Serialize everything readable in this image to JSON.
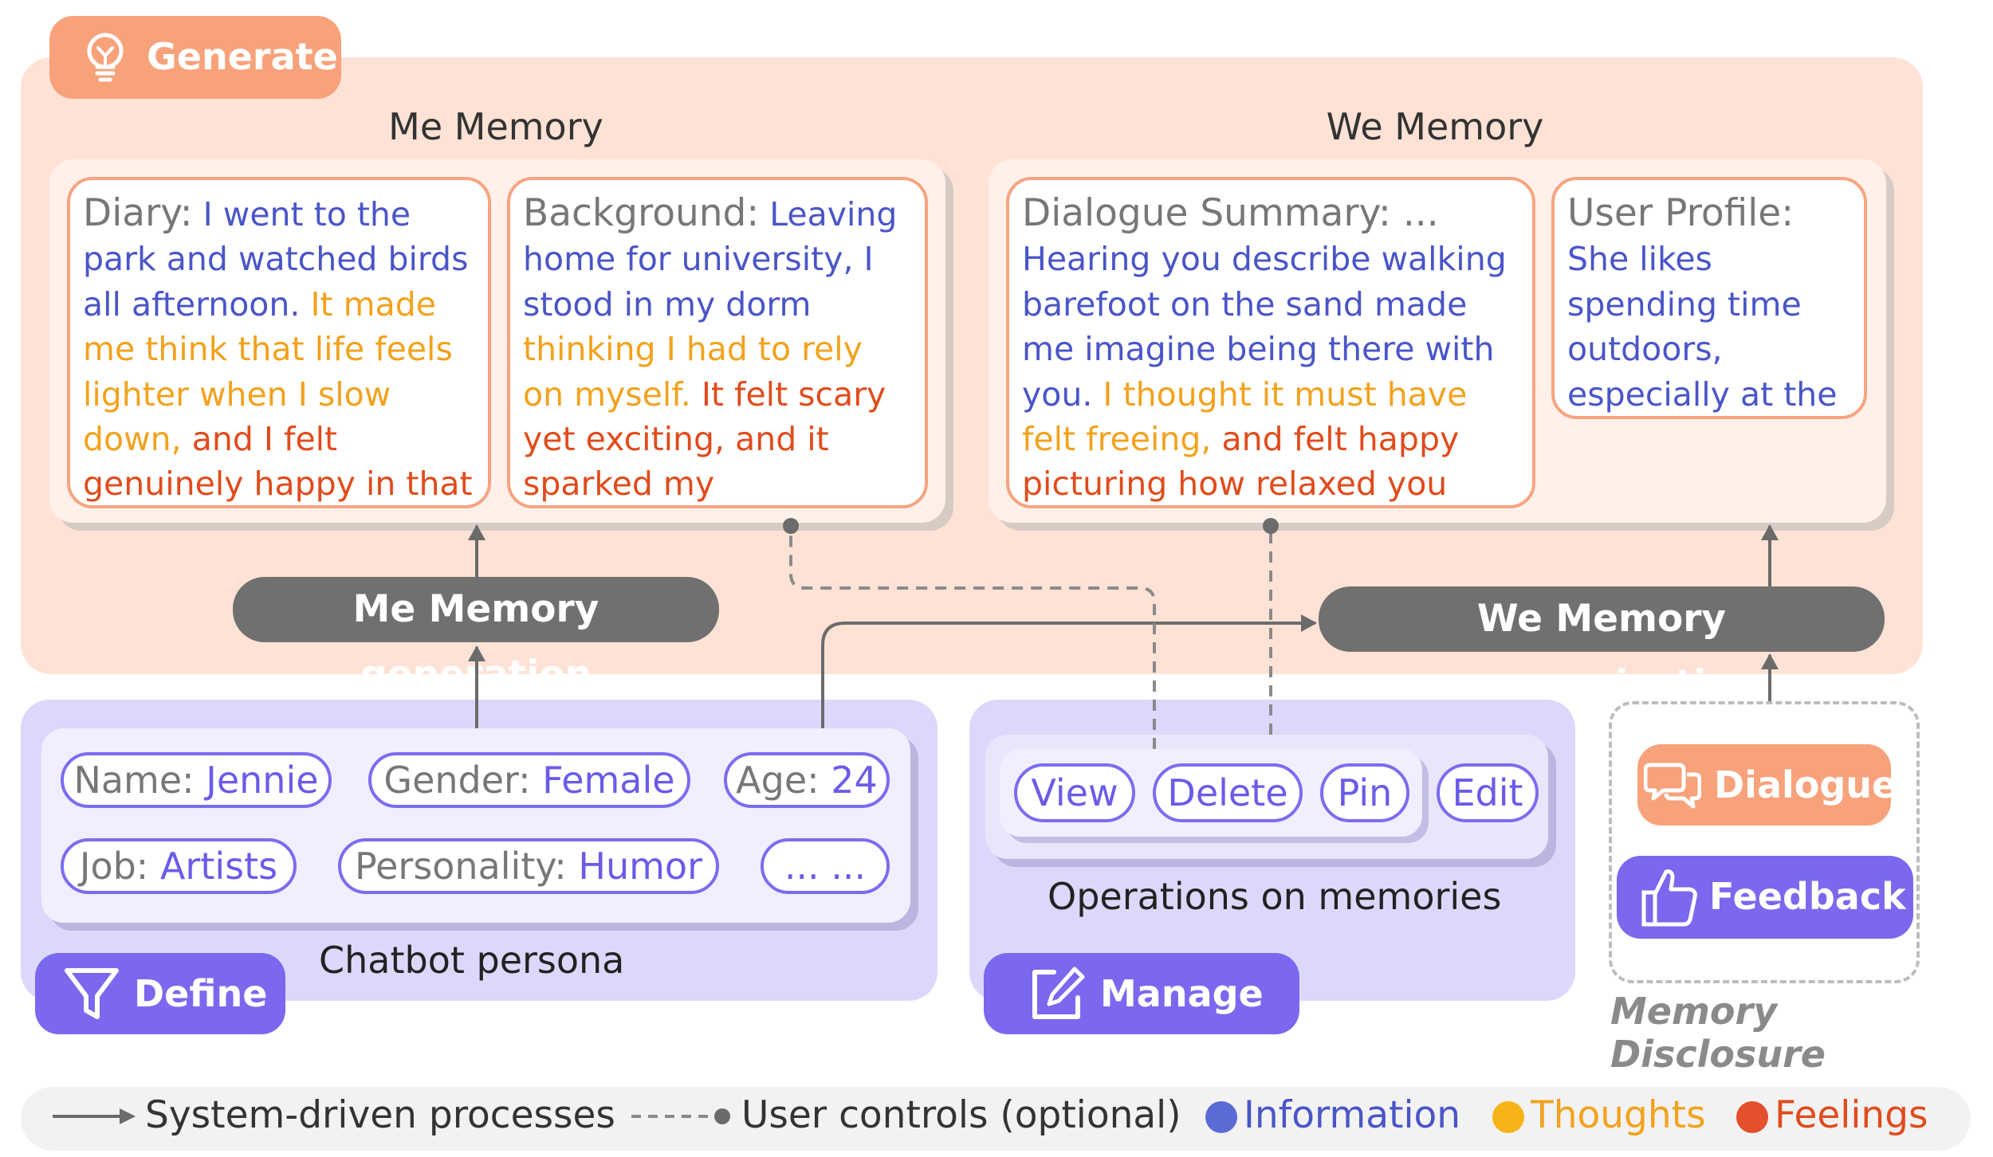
{
  "generate": {
    "tab_label": "Generate",
    "me_memory_title": "Me Memory",
    "we_memory_title": "We Memory",
    "diary": {
      "label": "Diary:",
      "information": "I went to the park and watched birds all afternoon.",
      "thoughts": "It made me think that life feels lighter when I slow down,",
      "feelings": "and I felt genuinely happy in that moment."
    },
    "background": {
      "label": "Background:",
      "information": "Leaving home for university, I stood in my dorm",
      "thoughts": "thinking I had to rely on myself.",
      "feelings": "It felt scary yet exciting, and it sparked my independence."
    },
    "dialogue_summary": {
      "label": "Dialogue Summary: ...",
      "information": "Hearing you describe walking barefoot on the sand made me imagine being there with you.",
      "thoughts": "I thought it must have felt freeing,",
      "feelings": "and felt happy picturing how relaxed you sounded."
    },
    "user_profile": {
      "label": "User Profile:",
      "information": "She likes spending time outdoors, especially at the seaside."
    },
    "me_process": "Me Memory generation",
    "we_process": "We Memory summarization"
  },
  "define": {
    "tag_label": "Define",
    "caption": "Chatbot persona",
    "chips": [
      {
        "key": "Name:",
        "value": "Jennie"
      },
      {
        "key": "Gender:",
        "value": "Female"
      },
      {
        "key": "Age:",
        "value": "24"
      },
      {
        "key": "Job:",
        "value": "Artists"
      },
      {
        "key": "Personality:",
        "value": "Humor"
      },
      {
        "key": "",
        "value": "... ..."
      }
    ]
  },
  "manage": {
    "tag_label": "Manage",
    "caption": "Operations on memories",
    "operations": [
      "View",
      "Delete",
      "Pin",
      "Edit"
    ]
  },
  "disclosure": {
    "dialogue_label": "Dialogue",
    "feedback_label": "Feedback",
    "caption": "Memory Disclosure"
  },
  "legend": {
    "system": "System-driven processes",
    "user": "User controls (optional)",
    "information": "Information",
    "thoughts": "Thoughts",
    "feelings": "Feelings",
    "colors": {
      "information": "#5b6bd6",
      "thoughts": "#f7b318",
      "feelings": "#e4502b"
    }
  }
}
